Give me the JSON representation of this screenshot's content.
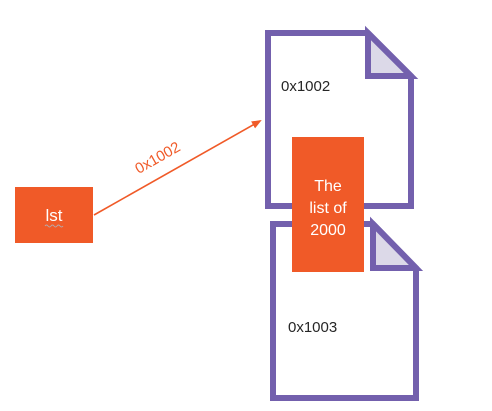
{
  "variable": {
    "label": "lst"
  },
  "arrow": {
    "label": "0x1002"
  },
  "document_top": {
    "address": "0x1002"
  },
  "document_bottom": {
    "address": "0x1003"
  },
  "overlay_box": {
    "line1": "The",
    "line2": "list of",
    "line3": "2000"
  },
  "colors": {
    "orange": "#f05a28",
    "purple": "#7360ad",
    "fold_fill": "#dcd9e8",
    "text_dark": "#262626",
    "text_light": "#ffffff"
  }
}
